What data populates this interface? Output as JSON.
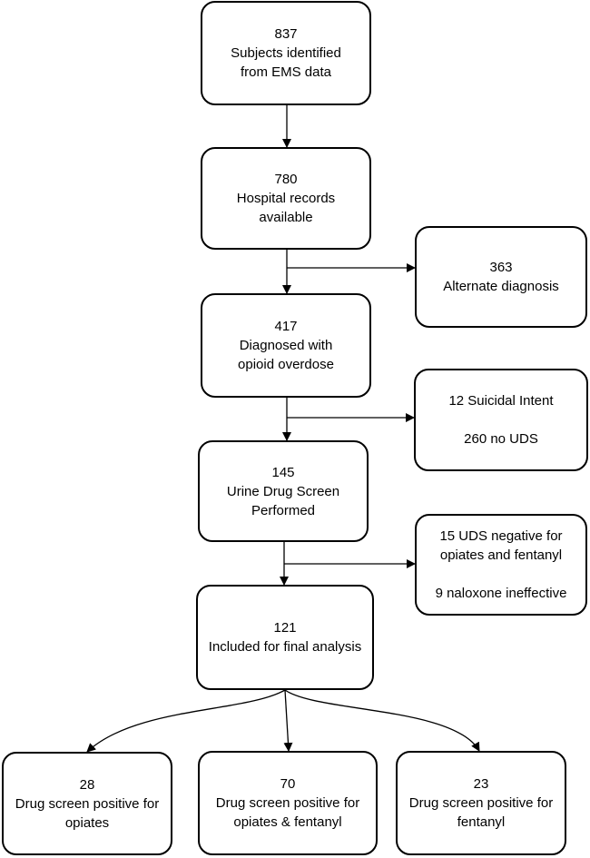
{
  "nodes": {
    "ems": {
      "count": "837",
      "lines": [
        "Subjects identified",
        "from EMS data"
      ]
    },
    "hospital": {
      "count": "780",
      "lines": [
        "Hospital records",
        "available"
      ]
    },
    "alternate": {
      "count": "363",
      "lines": [
        "Alternate diagnosis"
      ]
    },
    "diagnosed": {
      "count": "417",
      "lines": [
        "Diagnosed with",
        "opioid overdose"
      ]
    },
    "excluded1": {
      "line1": "12 Suicidal Intent",
      "line2": "260 no UDS"
    },
    "uds": {
      "count": "145",
      "lines": [
        "Urine Drug Screen",
        "Performed"
      ]
    },
    "excluded2": {
      "line1a": "15 UDS negative for",
      "line1b": "opiates and fentanyl",
      "line2": "9 naloxone ineffective"
    },
    "final": {
      "count": "121",
      "lines": [
        "Included for final analysis"
      ]
    },
    "opiates": {
      "count": "28",
      "lines": [
        "Drug screen positive for",
        "opiates"
      ]
    },
    "both": {
      "count": "70",
      "lines": [
        "Drug screen positive for",
        "opiates & fentanyl"
      ]
    },
    "fentanyl": {
      "count": "23",
      "lines": [
        "Drug screen positive for",
        "fentanyl"
      ]
    }
  }
}
